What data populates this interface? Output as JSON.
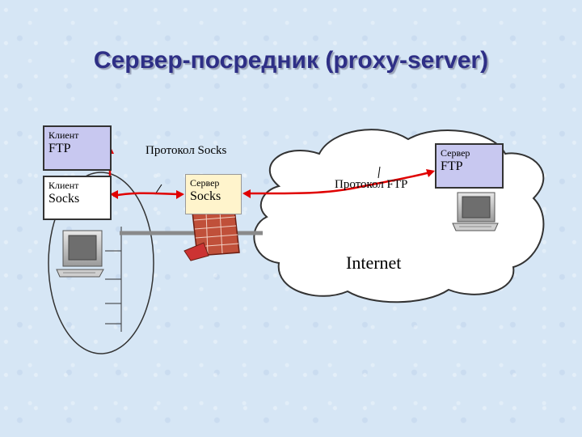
{
  "title": "Сервер-посредник (proxy-server)",
  "nodes": {
    "ftp_client": {
      "line1": "Клиент",
      "line2": "FTP"
    },
    "socks_client": {
      "line1": "Клиент",
      "line2": "Socks"
    },
    "socks_server": {
      "line1": "Сервер",
      "line2": "Socks"
    },
    "ftp_server": {
      "line1": "Сервер",
      "line2": "FTP"
    }
  },
  "labels": {
    "socks_protocol": "Протокол Socks",
    "ftp_protocol": "Протокол FTP",
    "internet": "Internet"
  },
  "colors": {
    "title": "#2e2f86",
    "connection": "#e00000",
    "client_box": "#c8c8f0",
    "proxy_box": "#fff4cc",
    "firewall": "#c0503a"
  }
}
